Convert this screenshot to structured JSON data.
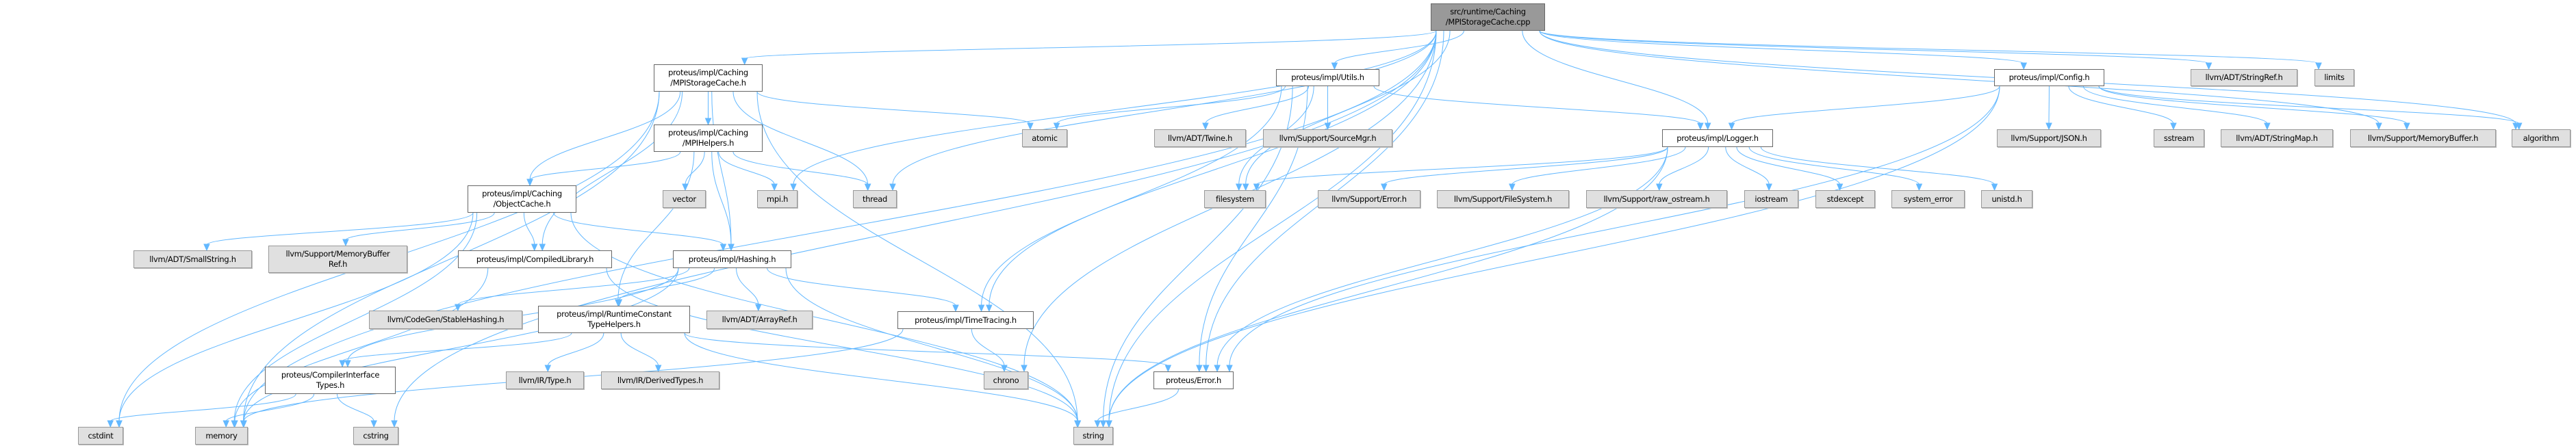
{
  "graph": {
    "edge_color": "#63b8ff",
    "nodes": {
      "cpp": {
        "label": "src/runtime/Caching\n/MPIStorageCache.cpp",
        "kind": "root"
      },
      "mpisc": {
        "label": "proteus/impl/Caching\n/MPIStorageCache.h",
        "kind": "proj"
      },
      "utils": {
        "label": "proteus/impl/Utils.h",
        "kind": "proj"
      },
      "config": {
        "label": "proteus/impl/Config.h",
        "kind": "proj"
      },
      "stringref": {
        "label": "llvm/ADT/StringRef.h",
        "kind": "sys"
      },
      "limits": {
        "label": "limits",
        "kind": "sys"
      },
      "mpihelpers": {
        "label": "proteus/impl/Caching\n/MPIHelpers.h",
        "kind": "proj"
      },
      "atomic": {
        "label": "atomic",
        "kind": "sys"
      },
      "twine": {
        "label": "llvm/ADT/Twine.h",
        "kind": "sys"
      },
      "sourcemgr": {
        "label": "llvm/Support/SourceMgr.h",
        "kind": "sys"
      },
      "logger": {
        "label": "proteus/impl/Logger.h",
        "kind": "proj"
      },
      "json": {
        "label": "llvm/Support/JSON.h",
        "kind": "sys"
      },
      "sstream": {
        "label": "sstream",
        "kind": "sys"
      },
      "stringmap": {
        "label": "llvm/ADT/StringMap.h",
        "kind": "sys"
      },
      "memorybuffer": {
        "label": "llvm/Support/MemoryBuffer.h",
        "kind": "sys"
      },
      "algorithm": {
        "label": "algorithm",
        "kind": "sys"
      },
      "objectcache": {
        "label": "proteus/impl/Caching\n/ObjectCache.h",
        "kind": "proj"
      },
      "vector": {
        "label": "vector",
        "kind": "sys"
      },
      "mpi": {
        "label": "mpi.h",
        "kind": "sys"
      },
      "thread": {
        "label": "thread",
        "kind": "sys"
      },
      "filesystem": {
        "label": "filesystem",
        "kind": "sys"
      },
      "llvmerror": {
        "label": "llvm/Support/Error.h",
        "kind": "sys"
      },
      "llvmfs": {
        "label": "llvm/Support/FileSystem.h",
        "kind": "sys"
      },
      "rawostream": {
        "label": "llvm/Support/raw_ostream.h",
        "kind": "sys"
      },
      "iostream": {
        "label": "iostream",
        "kind": "sys"
      },
      "stdexcept": {
        "label": "stdexcept",
        "kind": "sys"
      },
      "systemerror": {
        "label": "system_error",
        "kind": "sys"
      },
      "unistd": {
        "label": "unistd.h",
        "kind": "sys"
      },
      "smallstring": {
        "label": "llvm/ADT/SmallString.h",
        "kind": "sys"
      },
      "memorybufferref": {
        "label": "llvm/Support/MemoryBuffer\nRef.h",
        "kind": "sys"
      },
      "compiledlib": {
        "label": "proteus/impl/CompiledLibrary.h",
        "kind": "proj"
      },
      "hashing": {
        "label": "proteus/impl/Hashing.h",
        "kind": "proj"
      },
      "stablehashing": {
        "label": "llvm/CodeGen/StableHashing.h",
        "kind": "sys"
      },
      "rctypehelpers": {
        "label": "proteus/impl/RuntimeConstant\nTypeHelpers.h",
        "kind": "proj"
      },
      "arrayref": {
        "label": "llvm/ADT/ArrayRef.h",
        "kind": "sys"
      },
      "timetracing": {
        "label": "proteus/impl/TimeTracing.h",
        "kind": "proj"
      },
      "compilertypes": {
        "label": "proteus/CompilerInterface\nTypes.h",
        "kind": "proj"
      },
      "irtype": {
        "label": "llvm/IR/Type.h",
        "kind": "sys"
      },
      "derivedtypes": {
        "label": "llvm/IR/DerivedTypes.h",
        "kind": "sys"
      },
      "chrono": {
        "label": "chrono",
        "kind": "sys"
      },
      "proteuserror": {
        "label": "proteus/Error.h",
        "kind": "proj"
      },
      "cstdint": {
        "label": "cstdint",
        "kind": "sys"
      },
      "memory": {
        "label": "memory",
        "kind": "sys"
      },
      "cstring": {
        "label": "cstring",
        "kind": "sys"
      },
      "string": {
        "label": "string",
        "kind": "sys"
      }
    },
    "edges": [
      [
        "cpp",
        "mpisc"
      ],
      [
        "cpp",
        "utils"
      ],
      [
        "cpp",
        "logger"
      ],
      [
        "cpp",
        "config"
      ],
      [
        "cpp",
        "stringref"
      ],
      [
        "cpp",
        "limits"
      ],
      [
        "cpp",
        "memorybuffer"
      ],
      [
        "cpp",
        "algorithm"
      ],
      [
        "cpp",
        "mpi"
      ],
      [
        "cpp",
        "thread"
      ],
      [
        "cpp",
        "filesystem"
      ],
      [
        "cpp",
        "timetracing"
      ],
      [
        "cpp",
        "chrono"
      ],
      [
        "cpp",
        "proteuserror"
      ],
      [
        "cpp",
        "string"
      ],
      [
        "cpp",
        "cstring"
      ],
      [
        "cpp",
        "memory"
      ],
      [
        "mpisc",
        "cstdint"
      ],
      [
        "mpisc",
        "memory"
      ],
      [
        "mpisc",
        "objectcache"
      ],
      [
        "mpisc",
        "compiledlib"
      ],
      [
        "mpisc",
        "mpihelpers"
      ],
      [
        "mpisc",
        "hashing"
      ],
      [
        "mpisc",
        "atomic"
      ],
      [
        "mpisc",
        "thread"
      ],
      [
        "mpisc",
        "string"
      ],
      [
        "mpihelpers",
        "objectcache"
      ],
      [
        "mpihelpers",
        "rctypehelpers"
      ],
      [
        "mpihelpers",
        "vector"
      ],
      [
        "mpihelpers",
        "mpi"
      ],
      [
        "mpihelpers",
        "thread"
      ],
      [
        "mpihelpers",
        "hashing"
      ],
      [
        "objectcache",
        "cstdint"
      ],
      [
        "objectcache",
        "smallstring"
      ],
      [
        "objectcache",
        "memorybufferref"
      ],
      [
        "objectcache",
        "compiledlib"
      ],
      [
        "objectcache",
        "hashing"
      ],
      [
        "objectcache",
        "memory"
      ],
      [
        "objectcache",
        "string"
      ],
      [
        "compiledlib",
        "memory"
      ],
      [
        "compiledlib",
        "string"
      ],
      [
        "hashing",
        "stablehashing"
      ],
      [
        "hashing",
        "rctypehelpers"
      ],
      [
        "hashing",
        "arrayref"
      ],
      [
        "hashing",
        "timetracing"
      ],
      [
        "hashing",
        "string"
      ],
      [
        "hashing",
        "memory"
      ],
      [
        "hashing",
        "compilertypes"
      ],
      [
        "rctypehelpers",
        "compilertypes"
      ],
      [
        "rctypehelpers",
        "irtype"
      ],
      [
        "rctypehelpers",
        "derivedtypes"
      ],
      [
        "rctypehelpers",
        "proteuserror"
      ],
      [
        "rctypehelpers",
        "string"
      ],
      [
        "compilertypes",
        "cstdint"
      ],
      [
        "compilertypes",
        "memory"
      ],
      [
        "compilertypes",
        "cstring"
      ],
      [
        "timetracing",
        "chrono"
      ],
      [
        "timetracing",
        "memory"
      ],
      [
        "utils",
        "atomic"
      ],
      [
        "utils",
        "twine"
      ],
      [
        "utils",
        "sourcemgr"
      ],
      [
        "utils",
        "logger"
      ],
      [
        "utils",
        "filesystem"
      ],
      [
        "utils",
        "timetracing"
      ],
      [
        "utils",
        "string"
      ],
      [
        "utils",
        "proteuserror"
      ],
      [
        "logger",
        "filesystem"
      ],
      [
        "logger",
        "llvmerror"
      ],
      [
        "logger",
        "llvmfs"
      ],
      [
        "logger",
        "rawostream"
      ],
      [
        "logger",
        "iostream"
      ],
      [
        "logger",
        "stdexcept"
      ],
      [
        "logger",
        "systemerror"
      ],
      [
        "logger",
        "unistd"
      ],
      [
        "logger",
        "string"
      ],
      [
        "logger",
        "proteuserror"
      ],
      [
        "config",
        "logger"
      ],
      [
        "config",
        "json"
      ],
      [
        "config",
        "sstream"
      ],
      [
        "config",
        "stringmap"
      ],
      [
        "config",
        "memorybuffer"
      ],
      [
        "config",
        "algorithm"
      ],
      [
        "config",
        "string"
      ],
      [
        "config",
        "proteuserror"
      ],
      [
        "proteuserror",
        "string"
      ]
    ]
  }
}
